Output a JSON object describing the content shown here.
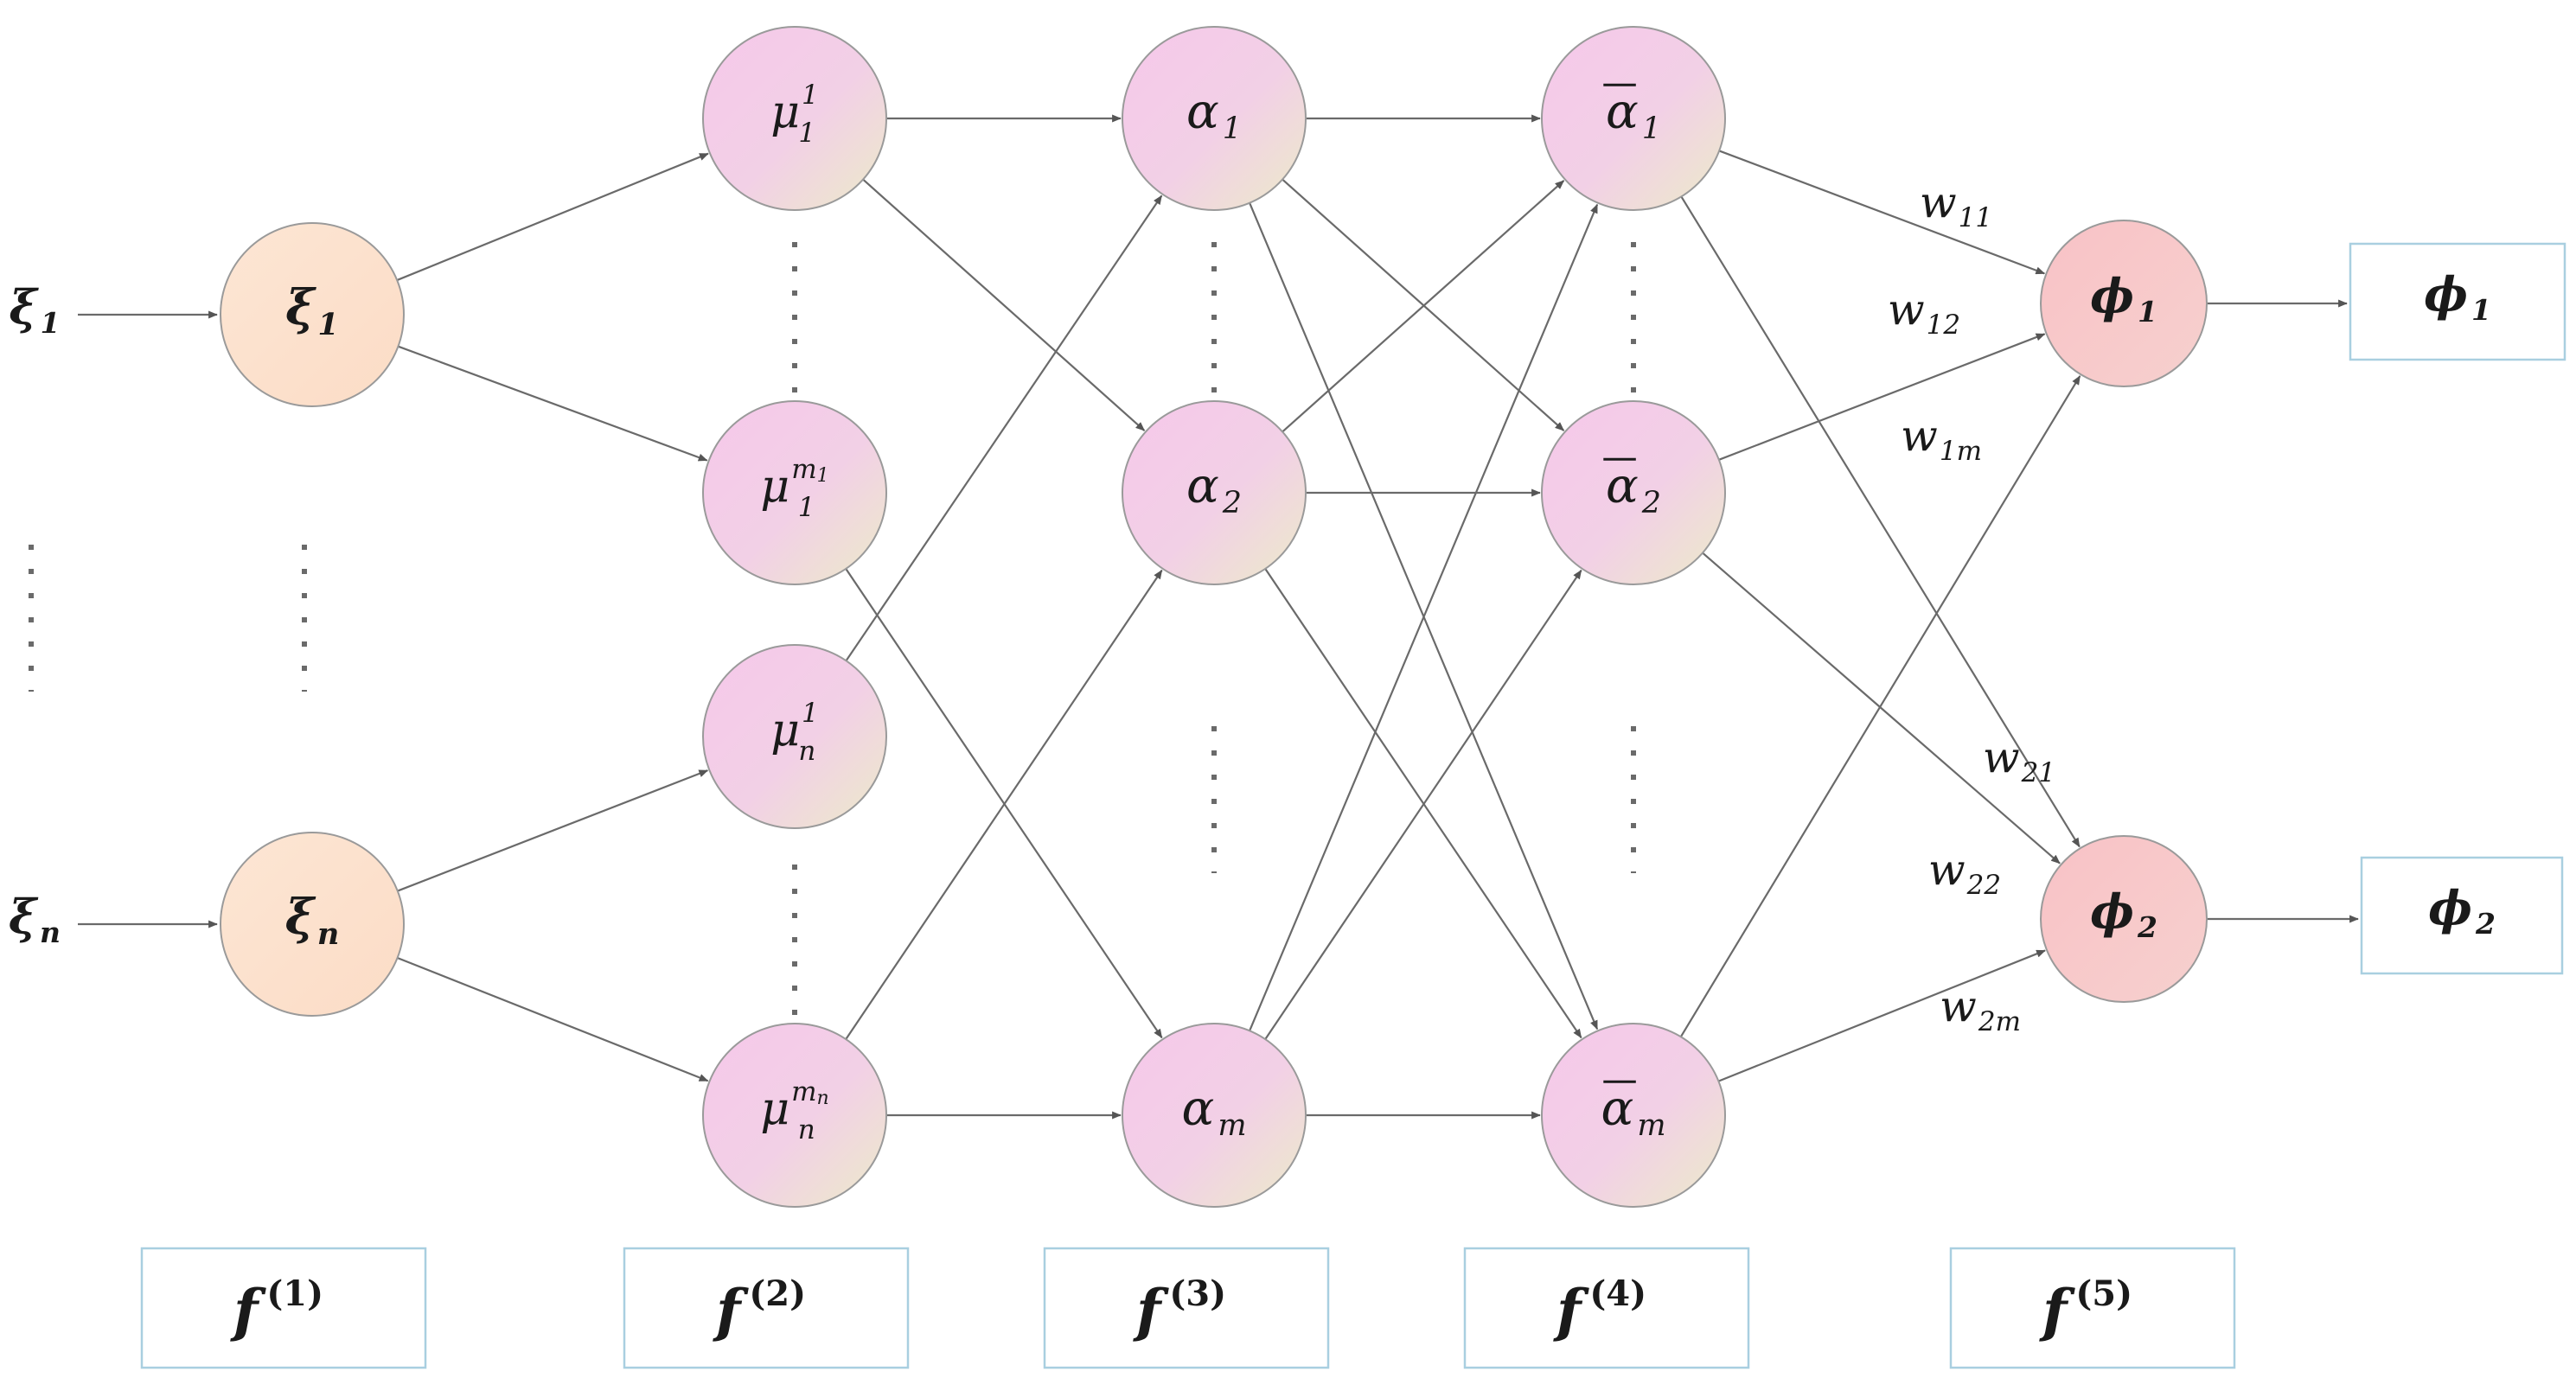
{
  "inputs": [
    {
      "base": "ξ",
      "sub": "1"
    },
    {
      "base": "ξ",
      "sub": "n"
    }
  ],
  "layer1": [
    {
      "base": "ξ",
      "sub": "1"
    },
    {
      "base": "ξ",
      "sub": "n"
    }
  ],
  "layer2": [
    {
      "base": "μ",
      "sub": "1",
      "sup": "1"
    },
    {
      "base": "μ",
      "sub": "1",
      "sup": "m",
      "supsub": "1"
    },
    {
      "base": "μ",
      "sub": "n",
      "sup": "1"
    },
    {
      "base": "μ",
      "sub": "n",
      "sup": "m",
      "supsub": "n"
    }
  ],
  "layer3": [
    {
      "base": "α",
      "sub": "1"
    },
    {
      "base": "α",
      "sub": "2"
    },
    {
      "base": "α",
      "sub": "m"
    }
  ],
  "layer4": [
    {
      "base": "α",
      "sub": "1",
      "overline": true
    },
    {
      "base": "α",
      "sub": "2",
      "overline": true
    },
    {
      "base": "α",
      "sub": "m",
      "overline": true
    }
  ],
  "layer5": [
    {
      "base": "ϕ",
      "sub": "1"
    },
    {
      "base": "ϕ",
      "sub": "2"
    }
  ],
  "outputs": [
    {
      "base": "ϕ",
      "sub": "1"
    },
    {
      "base": "ϕ",
      "sub": "2"
    }
  ],
  "weights": [
    {
      "base": "w",
      "sub": "11"
    },
    {
      "base": "w",
      "sub": "12"
    },
    {
      "base": "w",
      "sub": "1m"
    },
    {
      "base": "w",
      "sub": "21"
    },
    {
      "base": "w",
      "sub": "22"
    },
    {
      "base": "w",
      "sub": "2m"
    }
  ],
  "layer_labels": [
    {
      "base": "f",
      "sup": "(1)"
    },
    {
      "base": "f",
      "sup": "(2)"
    },
    {
      "base": "f",
      "sup": "(3)"
    },
    {
      "base": "f",
      "sup": "(4)"
    },
    {
      "base": "f",
      "sup": "(5)"
    }
  ],
  "colors": {
    "input_node": "#fde3cf",
    "hidden_node_light": "#f6c8ea",
    "hidden_node_tint": "#ecebc9",
    "output_node": "#f9c9cb",
    "edge": "#6a6a6a",
    "box_border": "#a9cfe0"
  }
}
